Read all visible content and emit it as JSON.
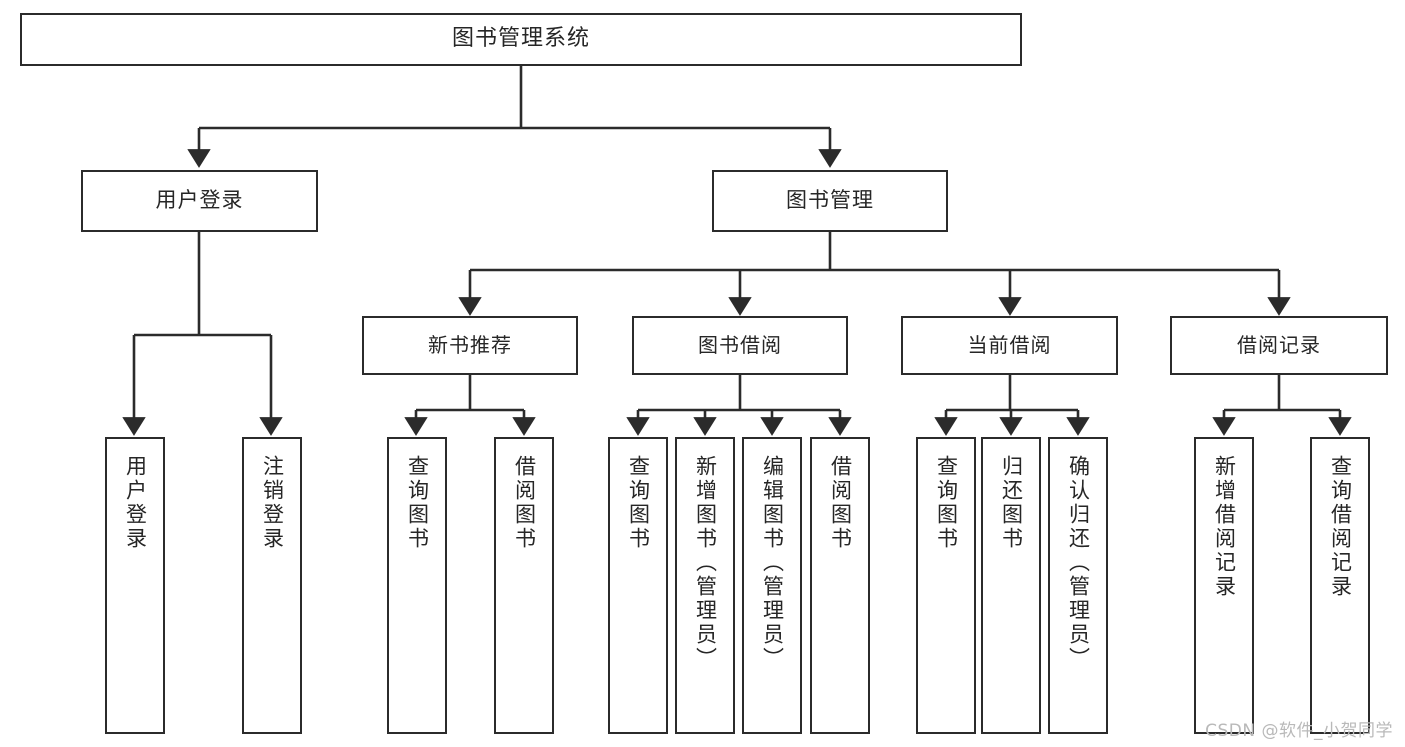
{
  "diagram": {
    "title": "图书管理系统",
    "watermark": "CSDN @软件_小贺同学",
    "colors": {
      "stroke": "#2b2b2b",
      "fill": "#ffffff",
      "text": "#262626",
      "watermark": "#b9b9b9"
    },
    "root": {
      "label": "图书管理系统"
    },
    "level2": [
      {
        "label": "用户登录"
      },
      {
        "label": "图书管理"
      }
    ],
    "level3": [
      {
        "label": "新书推荐"
      },
      {
        "label": "图书借阅"
      },
      {
        "label": "当前借阅"
      },
      {
        "label": "借阅记录"
      }
    ],
    "leaves": {
      "user_login": [
        {
          "label": "用户登录"
        },
        {
          "label": "注销登录"
        }
      ],
      "new_book": [
        {
          "label": "查询图书"
        },
        {
          "label": "借阅图书"
        }
      ],
      "book_borrow": [
        {
          "label": "查询图书"
        },
        {
          "label": "新增图书（管理员）"
        },
        {
          "label": "编辑图书（管理员）"
        },
        {
          "label": "借阅图书"
        }
      ],
      "current_borrow": [
        {
          "label": "查询图书"
        },
        {
          "label": "归还图书"
        },
        {
          "label": "确认归还（管理员）"
        }
      ],
      "borrow_record": [
        {
          "label": "新增借阅记录"
        },
        {
          "label": "查询借阅记录"
        }
      ]
    }
  }
}
